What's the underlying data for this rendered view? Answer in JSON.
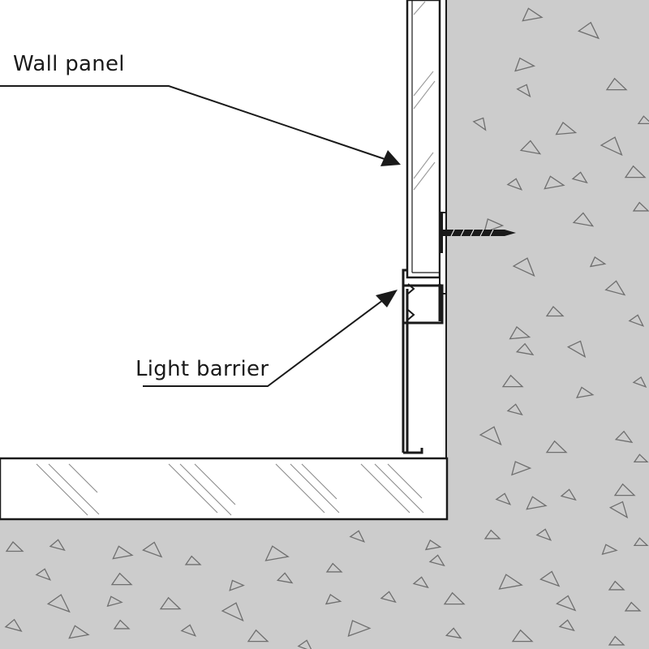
{
  "labels": {
    "wall_panel": "Wall panel",
    "light_barrier": "Light barrier"
  },
  "colors": {
    "background": "#ffffff",
    "concrete": "#cccccc",
    "line": "#1a1a1a",
    "aggregate": "#6f6f6f",
    "glass_hatch": "#9a9a9a"
  },
  "materials": {
    "wall": "concrete",
    "floor": "concrete",
    "panel": "glass",
    "floor_board": "glass"
  }
}
